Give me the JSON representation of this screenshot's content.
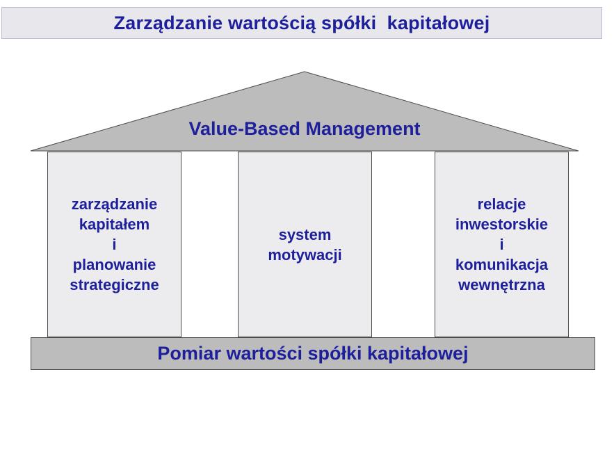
{
  "header": {
    "title": "Zarządzanie wartością spółki  kapitałowej"
  },
  "roof": {
    "label": "Value-Based Management",
    "fill": "#bcbcbc"
  },
  "pillars": [
    {
      "label": "zarządzanie\nkapitałem\ni\nplanowanie\nstrategiczne"
    },
    {
      "label": "system\nmotywacji"
    },
    {
      "label": "relacje\ninwestorskie\ni\nkomunikacja\nwewnętrzna"
    }
  ],
  "base": {
    "label": "Pomiar wartości spółki kapitałowej"
  },
  "colors": {
    "text": "#1e1f9b",
    "pillar_fill": "#ececef",
    "base_fill": "#bcbcbc",
    "outline": "#4a4a4a"
  }
}
